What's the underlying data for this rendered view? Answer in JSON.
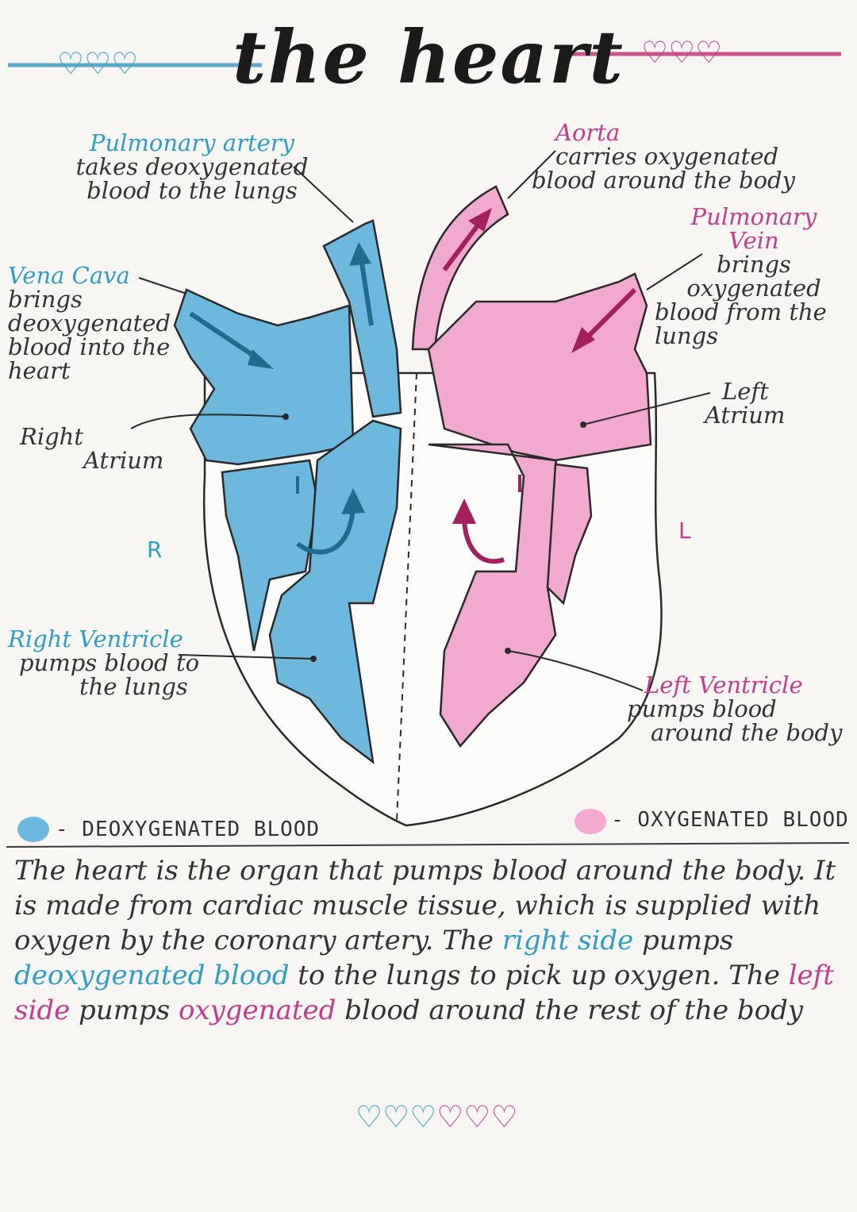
{
  "title": "the heart",
  "colors": {
    "deoxygenated": "#6db8dd",
    "oxygenated": "#f2a9cf",
    "blue_ink": "#2f9ec6",
    "pink_ink": "#c43c8d",
    "arrow_blue": "#1f6c8c",
    "arrow_pink": "#a3205f"
  },
  "labels": {
    "pulmonary_artery": {
      "title": "Pulmonary artery",
      "desc1": "takes deoxygenated",
      "desc2": "blood to the lungs"
    },
    "aorta": {
      "title": "Aorta",
      "desc1": "carries oxygenated",
      "desc2": "blood around the body"
    },
    "pulmonary_vein": {
      "title1": "Pulmonary",
      "title2": "Vein",
      "desc1": "brings",
      "desc2": "oxygenated",
      "desc3": "blood from the",
      "desc4": "lungs"
    },
    "vena_cava": {
      "title": "Vena Cava",
      "desc1": "brings",
      "desc2": "deoxygenated",
      "desc3": "blood into the",
      "desc4": "heart"
    },
    "right_atrium": {
      "line1": "Right",
      "line2": "Atrium"
    },
    "left_atrium": {
      "line1": "Left",
      "line2": "Atrium"
    },
    "right_ventricle": {
      "title": "Right Ventricle",
      "desc1": "pumps blood to",
      "desc2": "the lungs"
    },
    "left_ventricle": {
      "title": "Left Ventricle",
      "desc1": "pumps blood",
      "desc2": "around the body"
    },
    "side_right": "R",
    "side_left": "L"
  },
  "key": {
    "deoxygenated": "- DEOXYGENATED BLOOD",
    "oxygenated": "- OXYGENATED BLOOD"
  },
  "paragraph": {
    "p1": "The heart is the organ that pumps blood around the body. It is made from cardiac muscle tissue, which is supplied with oxygen by the coronary artery. The ",
    "right_side": "right side",
    "p2": " pumps ",
    "deoxy_blood": "deoxygenated blood",
    "p3": " to the lungs to pick up oxygen. The ",
    "left_side": "left side",
    "p4": " pumps ",
    "oxy": "oxygenated",
    "p5": " blood around the rest of the body"
  },
  "decorations": {
    "top_left_hearts": "♡♡♡",
    "top_right_hearts": "♡♡♡",
    "bottom_hearts_blue": "♡♡♡",
    "bottom_hearts_pink": "♡♡♡"
  }
}
